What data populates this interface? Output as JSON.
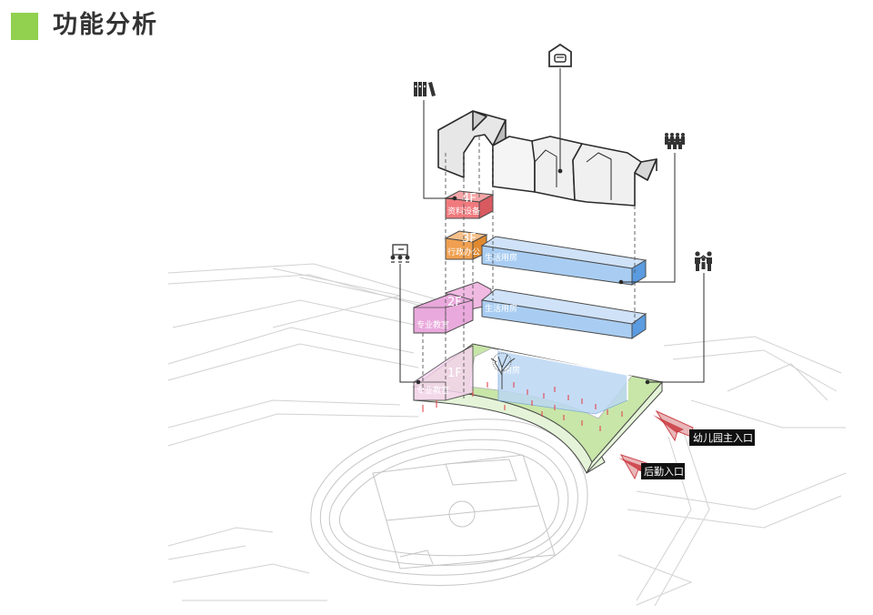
{
  "header": {
    "title": "功能分析",
    "accent_color": "#92d050"
  },
  "floors": {
    "f4": {
      "num": "4F",
      "label": "资料设备",
      "color": "#f07a7e"
    },
    "f3": {
      "num": "3F",
      "label": "行政办公",
      "color": "#f0a050"
    },
    "f2": {
      "num": "2F",
      "label": "专业教室",
      "color": "#e8a0d8"
    },
    "f1": {
      "num": "1F",
      "label": "专业教室",
      "color": "#f4c8ec"
    }
  },
  "wings": {
    "upper": "生活用房",
    "middle": "生活用房",
    "ground": "生活用房",
    "color": "#a9cdf2"
  },
  "entrances": {
    "main": "幼儿园主入口",
    "service": "后勤入口",
    "arrow_color": "#c8323a"
  },
  "icons": [
    "books-icon",
    "home-icon",
    "crowd-icon",
    "classroom-icon",
    "family-icon",
    "tree-icon"
  ]
}
